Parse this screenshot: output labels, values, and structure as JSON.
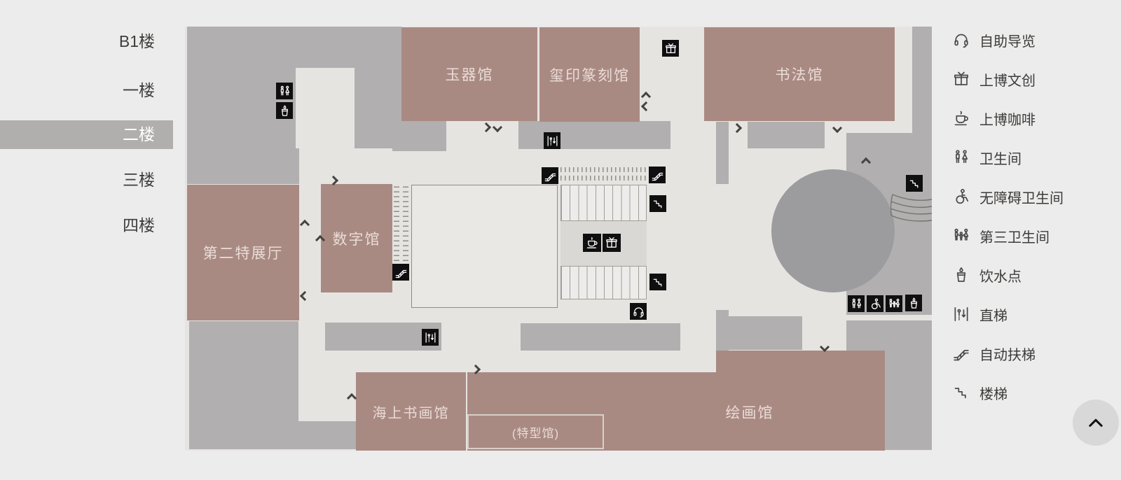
{
  "floor_nav": {
    "items": [
      {
        "label": "B1楼",
        "selected": false
      },
      {
        "label": "一楼",
        "selected": false
      },
      {
        "label": "二楼",
        "selected": true
      },
      {
        "label": "三楼",
        "selected": false
      },
      {
        "label": "四楼",
        "selected": false
      }
    ]
  },
  "map": {
    "halls": [
      {
        "label": "玉器馆"
      },
      {
        "label": "玺印篆刻馆"
      },
      {
        "label": "书法馆"
      },
      {
        "label": "第二特展厅"
      },
      {
        "label": "数字馆"
      },
      {
        "label": "海上书画馆"
      },
      {
        "label": "绘画馆"
      },
      {
        "label": "(特型馆)"
      }
    ],
    "marker_icons": [
      "restroom-icon",
      "water-icon",
      "elevator-icon",
      "gift-icon",
      "escalator-icon",
      "stairs-icon",
      "cafe-icon",
      "headphones-icon",
      "wheelchair-icon",
      "family-icon"
    ]
  },
  "legend": {
    "items": [
      {
        "icon": "headphones-icon",
        "label": "自助导览"
      },
      {
        "icon": "gift-icon",
        "label": "上博文创"
      },
      {
        "icon": "cafe-icon",
        "label": "上博咖啡"
      },
      {
        "icon": "restroom-icon",
        "label": "卫生间"
      },
      {
        "icon": "wheelchair-icon",
        "label": "无障碍卫生间"
      },
      {
        "icon": "family-icon",
        "label": "第三卫生间"
      },
      {
        "icon": "water-icon",
        "label": "饮水点"
      },
      {
        "icon": "elevator-icon",
        "label": "直梯"
      },
      {
        "icon": "escalator-icon",
        "label": "自动扶梯"
      },
      {
        "icon": "stairs-icon",
        "label": "楼梯"
      }
    ]
  },
  "colors": {
    "page_bg": "#ececec",
    "map_bg": "#e6e4e1",
    "service_gray": "#b1afaf",
    "rotunda_gray": "#9c9c9f",
    "hall_mauve": "#a98a83",
    "selected_floor_bg": "#b1aeae",
    "marker_tile_bg": "#0f0f0f"
  },
  "scroll_top": {
    "icon": "chevron-up-icon"
  }
}
